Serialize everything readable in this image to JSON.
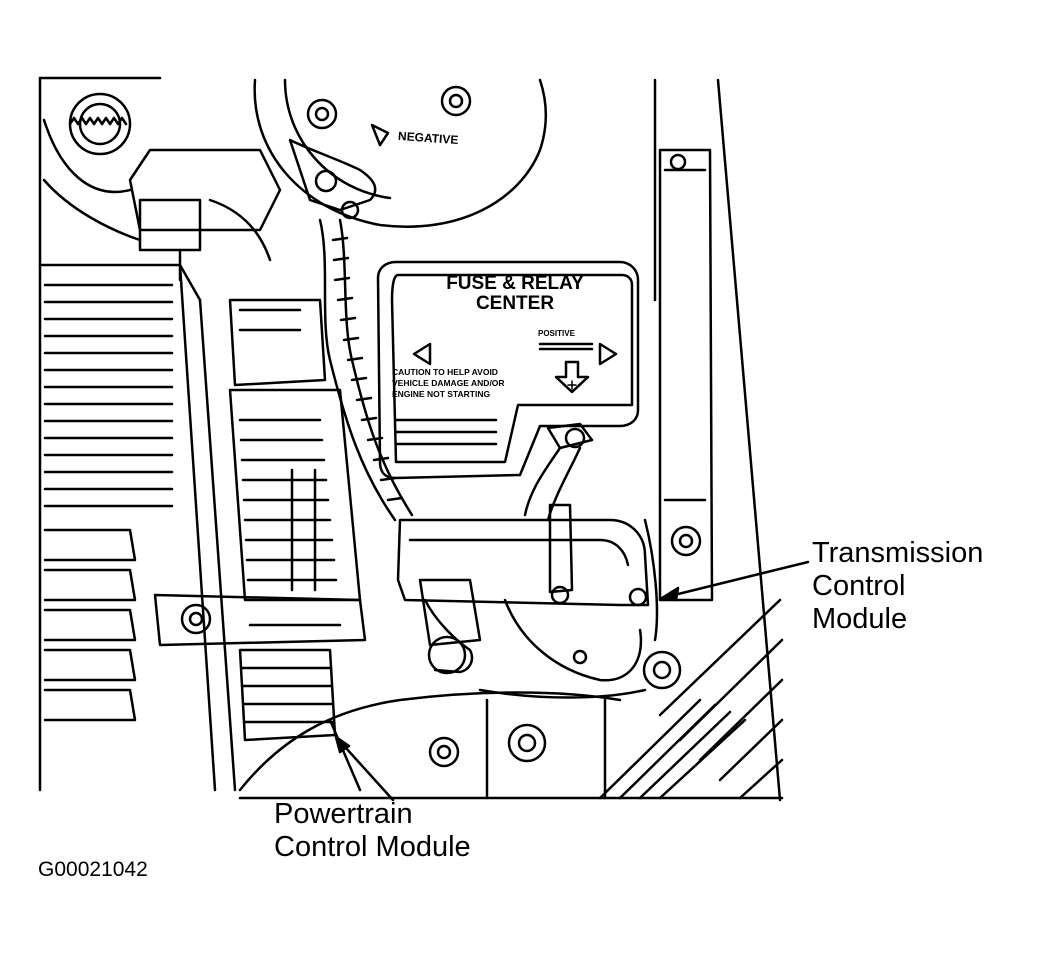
{
  "labels": {
    "tcm": [
      "Transmission",
      "Control",
      "Module"
    ],
    "pcm": [
      "Powertrain",
      "Control Module"
    ],
    "figure_id": "G00021042"
  },
  "fuse_box": {
    "title": [
      "FUSE & RELAY",
      "CENTER"
    ],
    "caution": [
      "CAUTION TO HELP AVOID",
      "VEHICLE DAMAGE AND/OR",
      "ENGINE NOT STARTING"
    ],
    "positive": "POSITIVE"
  },
  "terminal": {
    "negative": "NEGATIVE"
  },
  "colors": {
    "ink": "#000000",
    "paper": "#ffffff"
  }
}
